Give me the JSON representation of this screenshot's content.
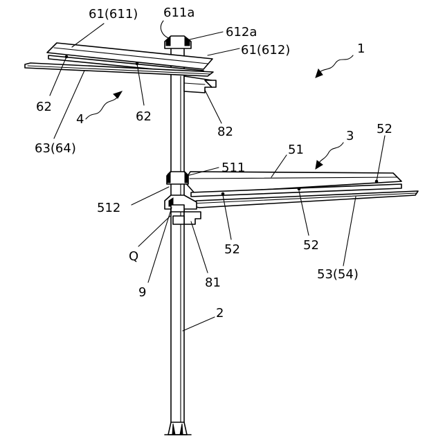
{
  "labels": {
    "l61_611": "61(611)",
    "l611a": "611a",
    "l612a": "612a",
    "l61_612": "61(612)",
    "l1": "1",
    "l62a": "62",
    "l4": "4",
    "l62b": "62",
    "l82": "82",
    "l63_64": "63(64)",
    "l52a": "52",
    "l3": "3",
    "l51": "51",
    "l511": "511",
    "l512": "512",
    "lQ": "Q",
    "l52b": "52",
    "l52c": "52",
    "l9": "9",
    "l81": "81",
    "l53_54": "53(54)",
    "l2": "2"
  }
}
